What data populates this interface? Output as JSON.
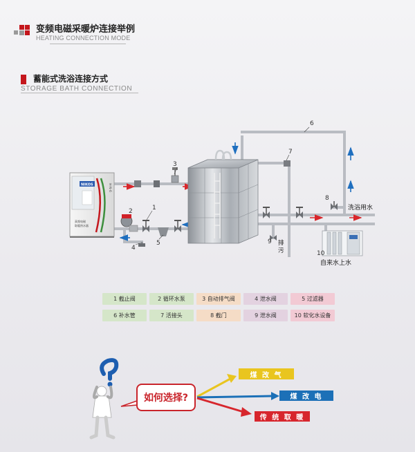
{
  "header1": {
    "title": "变频电磁采暖炉连接举例",
    "subtitle": "HEATING CONNECTION MODE"
  },
  "header2": {
    "title": "蓄能式洗浴连接方式",
    "subtitle": "STORAGE BATH CONNECTION"
  },
  "diagram": {
    "labels": {
      "l1": "1",
      "l2": "2",
      "l3": "3",
      "l4": "4",
      "l5": "5",
      "l6": "6",
      "l7": "7",
      "l8": "8",
      "l9": "9",
      "l10": "10",
      "bath_water": "洗浴用水",
      "drain": "排污",
      "tap_water": "自来水上水",
      "boiler_brand": "NIKOS",
      "boiler_model": "H-N-6",
      "boiler_caption1": "高频电磁",
      "boiler_caption2": "取暖热水器"
    },
    "colors": {
      "pipe": "#b9bcc2",
      "flow_arrow": "#d9262b",
      "return_arrow": "#1f6fbf"
    }
  },
  "legend": [
    {
      "text": "1 截止阀",
      "color": "green"
    },
    {
      "text": "2 循环水泵",
      "color": "green"
    },
    {
      "text": "3 自动排气阀",
      "color": "peach"
    },
    {
      "text": "4 泄水阀",
      "color": "lavender"
    },
    {
      "text": "5 过滤器",
      "color": "pink"
    },
    {
      "text": "6 补水管",
      "color": "green"
    },
    {
      "text": "7 活接头",
      "color": "green"
    },
    {
      "text": "8 截门",
      "color": "peach"
    },
    {
      "text": "9 泄水阀",
      "color": "lavender"
    },
    {
      "text": "10 软化水设备",
      "color": "pink"
    }
  ],
  "selection": {
    "question": "如何选择?",
    "options": [
      "煤 改 气",
      "煤 改 电",
      "传 统 取 暖"
    ],
    "colors": [
      "#e9c51f",
      "#1c70b7",
      "#d7262d"
    ]
  }
}
